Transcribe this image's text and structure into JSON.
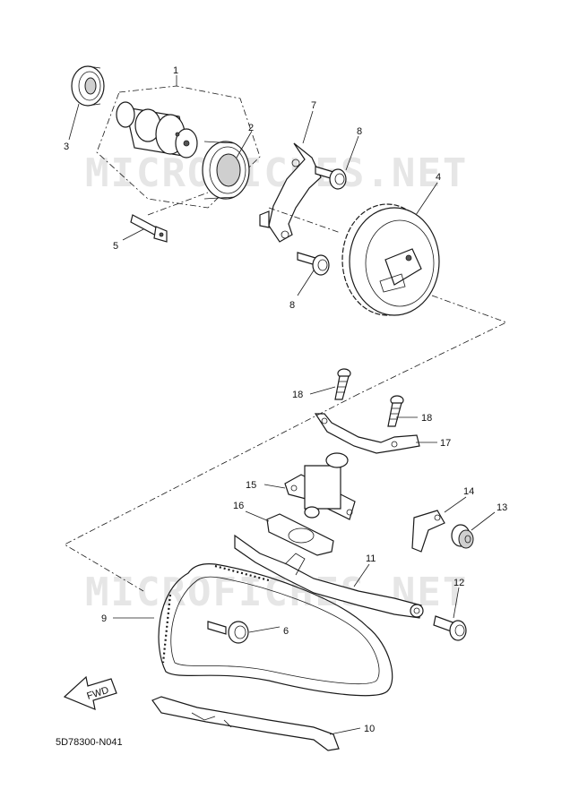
{
  "watermark": "MICROFICHES.NET",
  "diagram_code": "5D78300-N041",
  "direction_label": "FWD",
  "callouts": {
    "c1": "1",
    "c2": "2",
    "c3": "3",
    "c4": "4",
    "c5": "5",
    "c6": "6",
    "c7": "7",
    "c8a": "8",
    "c8b": "8",
    "c9": "9",
    "c10": "10",
    "c11": "11",
    "c12": "12",
    "c13": "13",
    "c14": "14",
    "c15": "15",
    "c16": "16",
    "c17": "17",
    "c18a": "18",
    "c18b": "18"
  }
}
